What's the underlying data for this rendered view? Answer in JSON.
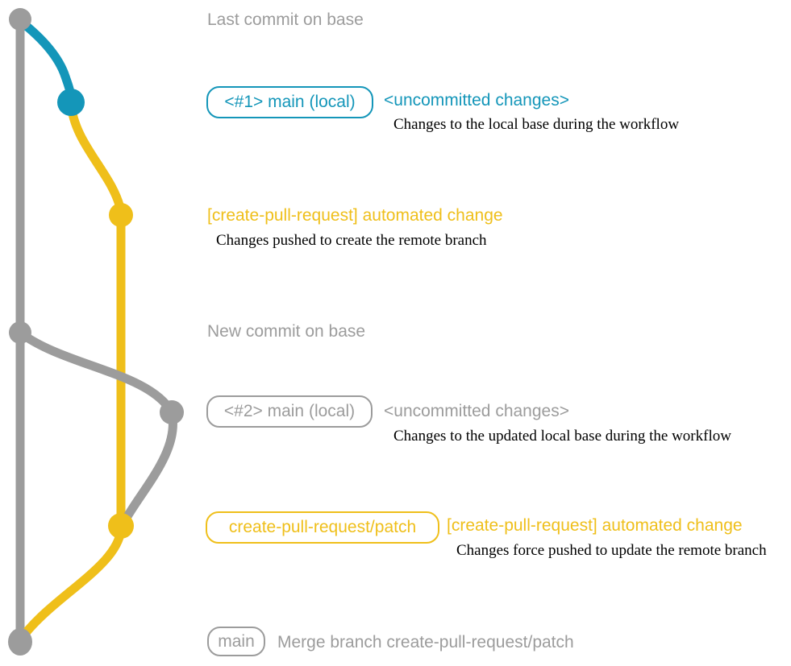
{
  "colors": {
    "blue": "#1496b9",
    "yellow": "#efbf1a",
    "gray": "#9c9c9c",
    "description_text": "#000000"
  },
  "graph": {
    "base_branch": "gray vertical line (base)",
    "local_branch_segment": "blue curve (local uncommitted)",
    "remote_branch": "yellow branch (create-pull-request/patch)"
  },
  "annotations": {
    "last_commit_label": "Last commit on base",
    "row1": {
      "branch_label": "<#1> main (local)",
      "commit_message": "<uncommitted changes>",
      "description": "Changes to the local base during the workflow"
    },
    "row2": {
      "commit_message": "[create-pull-request] automated change",
      "description": "Changes pushed to create the remote branch"
    },
    "new_commit_label": "New commit on base",
    "row3": {
      "branch_label": "<#2> main (local)",
      "commit_message": "<uncommitted changes>",
      "description": "Changes to the updated local base during the workflow"
    },
    "row4": {
      "branch_label": "create-pull-request/patch",
      "commit_message": "[create-pull-request] automated change",
      "description": "Changes force pushed to update the remote branch"
    },
    "row5": {
      "branch_label": "main",
      "commit_message": "Merge branch create-pull-request/patch"
    }
  }
}
